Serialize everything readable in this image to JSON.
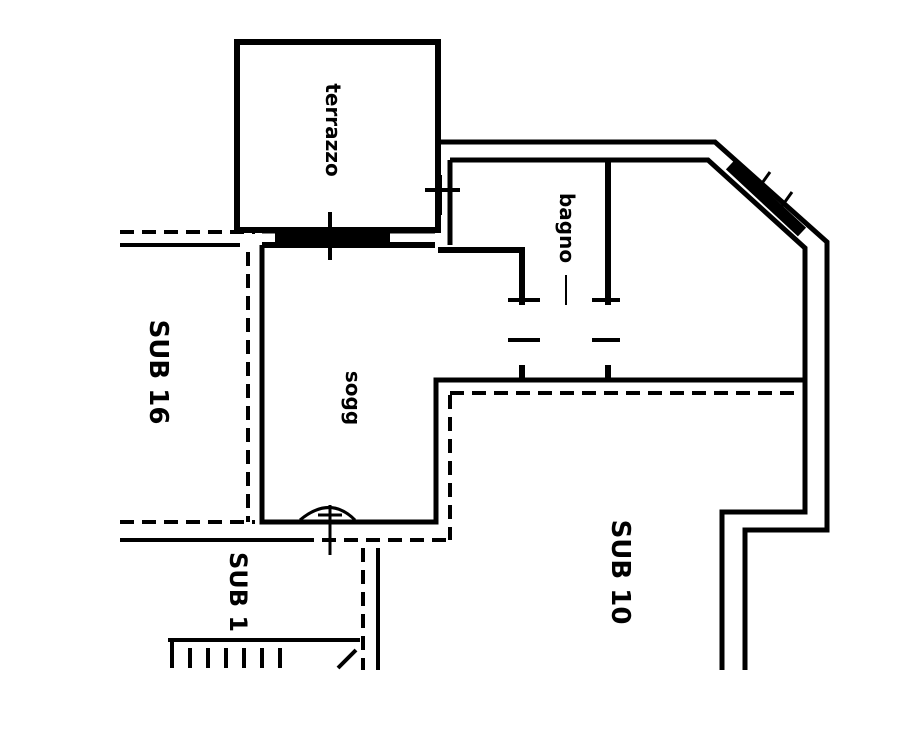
{
  "rooms": {
    "terrace": "terrazzo",
    "bathroom": "bagno",
    "living": "sogg",
    "sub16": "SUB 16",
    "sub10": "SUB 10",
    "sub1": "SUB 1"
  },
  "colors": {
    "ink": "#000000",
    "paper": "#ffffff"
  }
}
